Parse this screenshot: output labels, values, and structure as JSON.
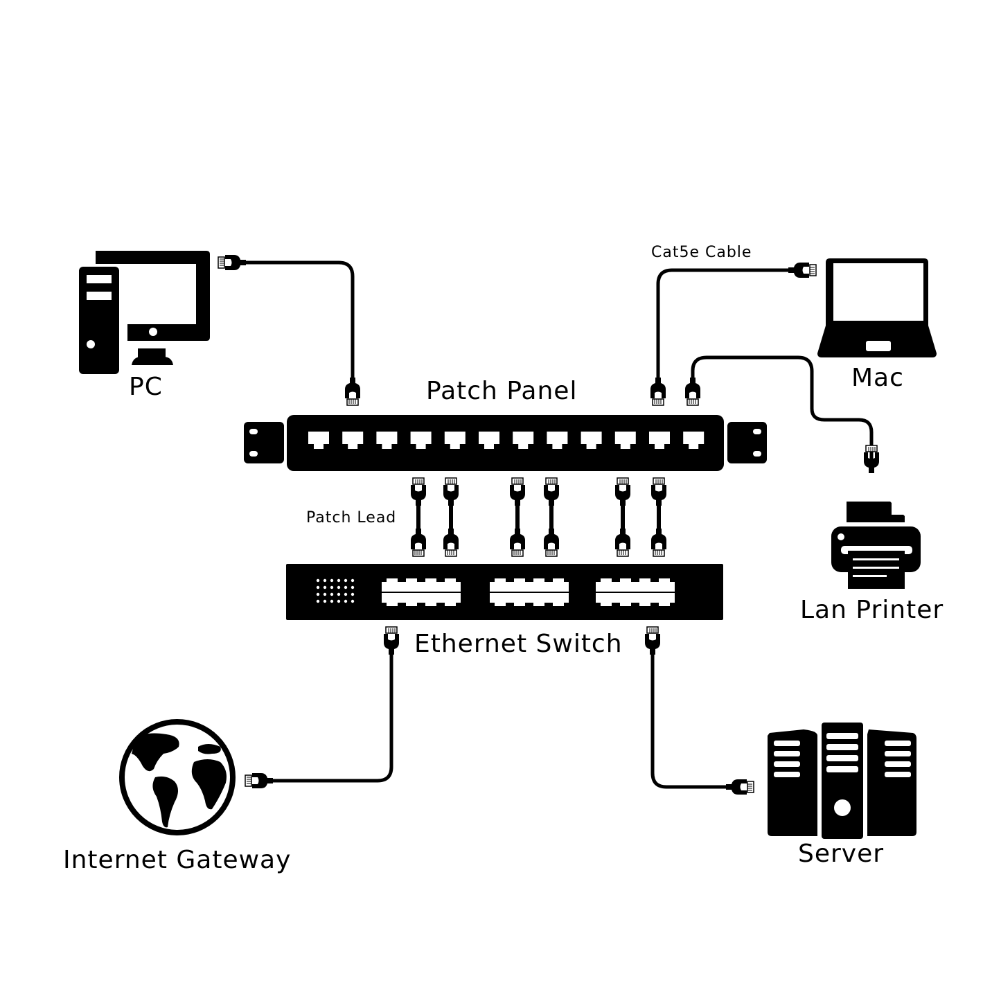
{
  "diagram": {
    "title": "Network diagram: patch panel and ethernet switch",
    "colors": {
      "ink": "#000000",
      "background": "#ffffff"
    },
    "nodes": {
      "pc": {
        "label": "PC",
        "icon": "desktop-computer-icon"
      },
      "mac": {
        "label": "Mac",
        "icon": "laptop-icon"
      },
      "printer": {
        "label": "Lan Printer",
        "icon": "printer-icon"
      },
      "internet": {
        "label": "Internet Gateway",
        "icon": "globe-icon"
      },
      "server": {
        "label": "Server",
        "icon": "server-rack-icon"
      },
      "patch_panel": {
        "label": "Patch Panel",
        "ports": 12
      },
      "switch": {
        "label": "Ethernet Switch",
        "ports": 24
      }
    },
    "cable_labels": {
      "cat5e": "Cat5e Cable",
      "patch_lead": "Patch Lead"
    },
    "patch_lead_count": 6,
    "connections": [
      {
        "from": "PC",
        "to": "Patch Panel"
      },
      {
        "from": "Mac",
        "to": "Patch Panel"
      },
      {
        "from": "Lan Printer",
        "to": "Patch Panel"
      },
      {
        "from": "Patch Panel",
        "to": "Ethernet Switch",
        "via": "Patch Lead"
      },
      {
        "from": "Ethernet Switch",
        "to": "Internet Gateway"
      },
      {
        "from": "Ethernet Switch",
        "to": "Server"
      }
    ]
  }
}
